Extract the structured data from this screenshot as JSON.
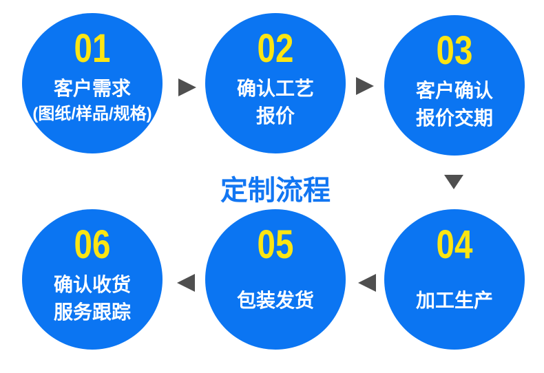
{
  "title": {
    "text": "定制流程"
  },
  "colors": {
    "background": "#FFFFFF",
    "circle_blue": "#0B75F2",
    "number_yellow": "#FCE513",
    "step_text": "#FFFFFF",
    "arrow_gray": "#4F4F4F",
    "title_blue": "#1276F2"
  },
  "icons": {
    "arrow_right": "▶",
    "arrow_left": "◀",
    "arrow_down": "▼"
  },
  "steps": [
    {
      "number": "01",
      "lines": [
        "客户需求",
        "(图纸/样品/规格)"
      ]
    },
    {
      "number": "02",
      "lines": [
        "确认工艺",
        "报价"
      ]
    },
    {
      "number": "03",
      "lines": [
        "客户确认",
        "报价交期"
      ]
    },
    {
      "number": "04",
      "lines": [
        "加工生产"
      ]
    },
    {
      "number": "05",
      "lines": [
        "包装发货"
      ]
    },
    {
      "number": "06",
      "lines": [
        "确认收货",
        "服务跟踪"
      ]
    }
  ],
  "arrows": [
    {
      "between": "01-02",
      "direction": "right"
    },
    {
      "between": "02-03",
      "direction": "right"
    },
    {
      "between": "03-04",
      "direction": "down"
    },
    {
      "between": "04-05",
      "direction": "left"
    },
    {
      "between": "05-06",
      "direction": "left"
    }
  ]
}
